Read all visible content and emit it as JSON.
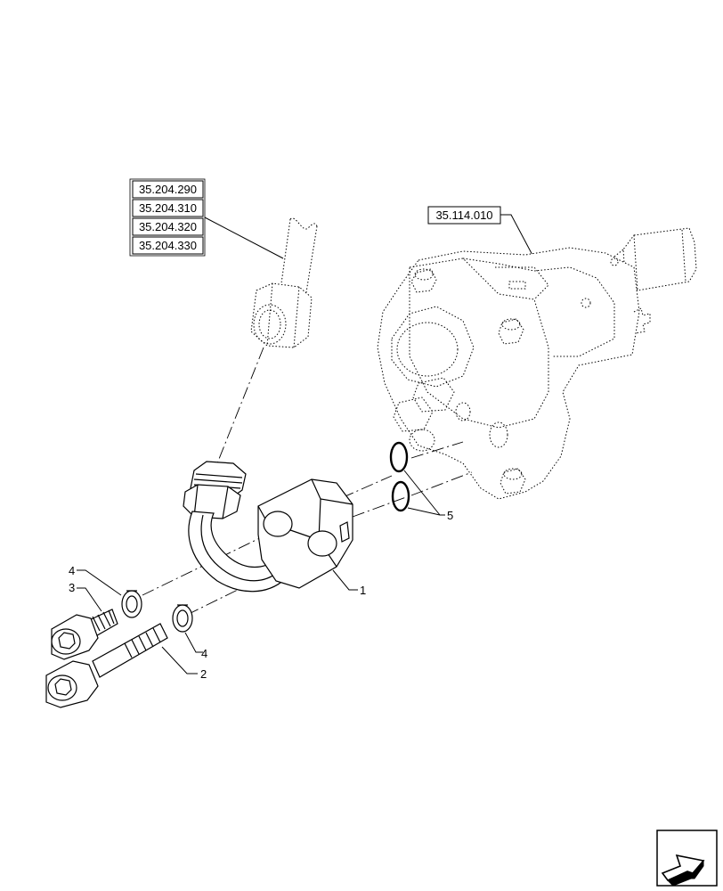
{
  "references": {
    "hose_refs": [
      "35.204.290",
      "35.204.310",
      "35.204.320",
      "35.204.330"
    ],
    "pump_ref": "35.114.010"
  },
  "callouts": {
    "c1": "1",
    "c2": "2",
    "c3": "3",
    "c4a": "4",
    "c4b": "4",
    "c5": "5"
  },
  "nav_icon": "next-page-arrow-icon"
}
